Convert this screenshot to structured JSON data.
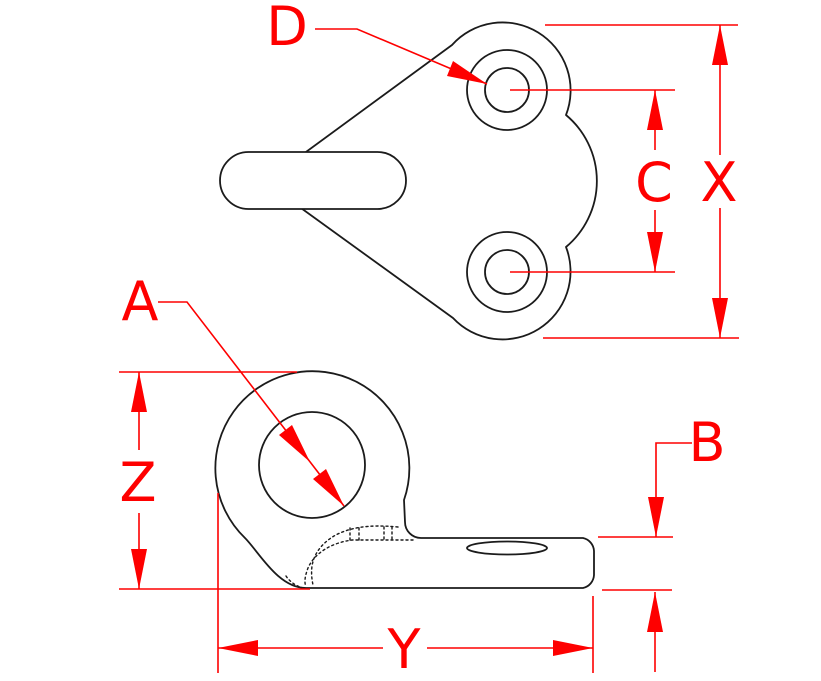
{
  "colors": {
    "dimension_red": "#fe0000",
    "outline_black": "#1b1b1b",
    "background": "#ffffff"
  },
  "drawing": {
    "dimension_labels": {
      "a": "A",
      "b": "B",
      "c": "C",
      "d": "D",
      "x": "X",
      "y": "Y",
      "z": "Z"
    }
  }
}
